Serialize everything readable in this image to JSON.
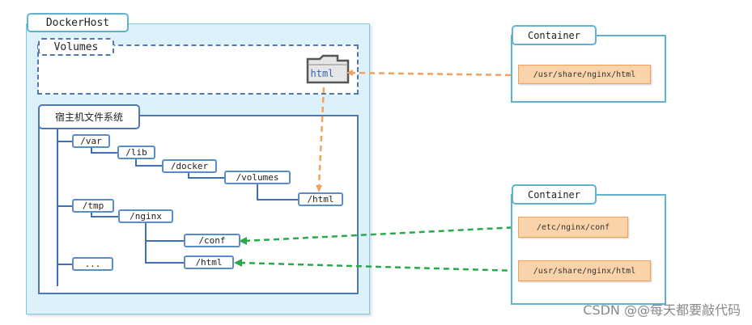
{
  "host": {
    "label": "DockerHost",
    "volumes_label": "Volumes",
    "volume_folder": "html",
    "fs_label": "宿主机文件系统"
  },
  "tree": {
    "var": "/var",
    "lib": "/lib",
    "docker": "/docker",
    "volumes": "/volumes",
    "html1": "/html",
    "tmp": "/tmp",
    "nginx": "/nginx",
    "conf": "/conf",
    "html2": "/html",
    "more": "..."
  },
  "containers": [
    {
      "label": "Container",
      "paths": [
        "/usr/share/nginx/html"
      ]
    },
    {
      "label": "Container",
      "paths": [
        "/etc/nginx/conf",
        "/usr/share/nginx/html"
      ]
    }
  ],
  "colors": {
    "volume_link": "#f0a35e",
    "mount_link": "#2aa84a",
    "tree_line": "#3d6fb6"
  },
  "watermark": "CSDN @@每天都要敲代码"
}
